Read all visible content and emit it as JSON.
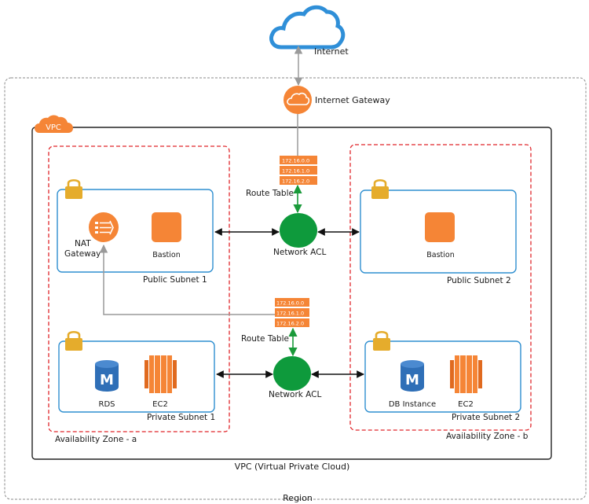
{
  "internet": {
    "label": "Internet"
  },
  "internet_gateway": {
    "label": "Internet Gateway"
  },
  "vpc": {
    "badge": "VPC",
    "caption": "VPC (Virtual Private Cloud)"
  },
  "region": {
    "label": "Region"
  },
  "zone_a": {
    "label": "Availability Zone - a"
  },
  "zone_b": {
    "label": "Availability Zone - b"
  },
  "public_subnet_1": {
    "label": "Public Subnet 1",
    "nat_label_1": "NAT",
    "nat_label_2": "Gateway",
    "bastion_label": "Bastion"
  },
  "public_subnet_2": {
    "label": "Public Subnet 2",
    "bastion_label": "Bastion"
  },
  "private_subnet_1": {
    "label": "Private Subnet 1",
    "rds_label": "RDS",
    "ec2_label": "EC2"
  },
  "private_subnet_2": {
    "label": "Private Subnet 2",
    "db_label": "DB Instance",
    "ec2_label": "EC2"
  },
  "route_table_top": {
    "label": "Route Table",
    "entries": [
      "172.16.0.0",
      "172.16.1.0",
      "172.16.2.0"
    ]
  },
  "route_table_bottom": {
    "label": "Route Table",
    "entries": [
      "172.16.0.0",
      "172.16.1.0",
      "172.16.2.0"
    ]
  },
  "network_acl_top": {
    "label": "Network ACL"
  },
  "network_acl_bottom": {
    "label": "Network ACL"
  },
  "db_glyph": "M",
  "colors": {
    "aws_orange": "#f58536",
    "subnet_blue": "#2f8fd0",
    "zone_red": "#e0262b",
    "acl_green": "#0e9a3c",
    "rds_blue": "#2f6fb7",
    "lock_gold": "#e5ac2c",
    "cloud_blue": "#2f8fd8",
    "connector_gray": "#9a9a9a",
    "arrow_green": "#1a9a3a"
  }
}
